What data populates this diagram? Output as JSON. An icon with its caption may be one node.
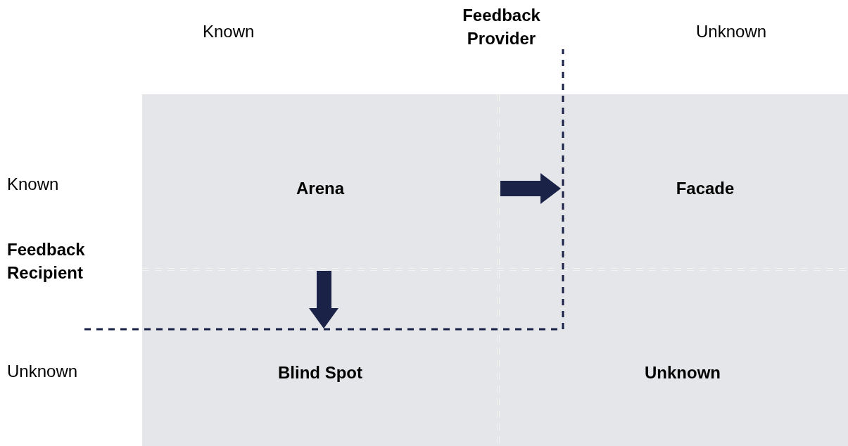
{
  "diagram": {
    "nodes": [
      {
        "text": [
          "Arena"
        ]
      },
      {
        "text": [
          "Facade"
        ]
      },
      {
        "text": [
          "Blind Spot"
        ]
      },
      {
        "text": [
          "Unknown"
        ]
      }
    ],
    "labels": [
      "Known",
      "Feedback Provider",
      "Unknown",
      "Known",
      "Feedback Recipient",
      "Unknown"
    ]
  }
}
